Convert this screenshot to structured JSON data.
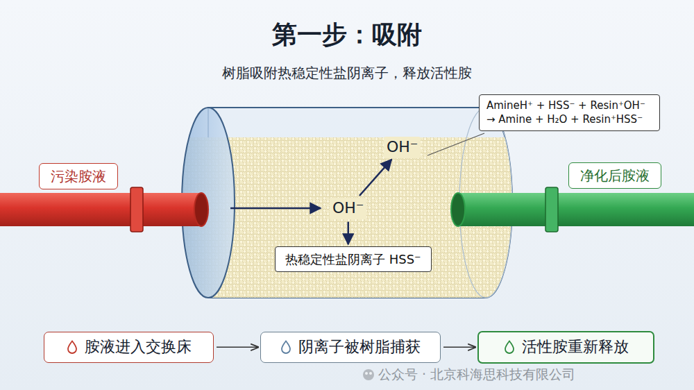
{
  "diagram": {
    "title": "第一步：吸附",
    "nodes": [
      {
        "text": [
          "AmineH⁺ + HSS⁻ + Resin⁺OH⁻ → Amine + H₂O + Resin⁺HSS⁻"
        ]
      },
      {
        "text": [
          "OH⁻"
        ]
      },
      {
        "text": [
          "污染胺液"
        ]
      },
      {
        "text": [
          "净化后胺液"
        ]
      },
      {
        "text": [
          "OH⁻"
        ]
      },
      {
        "text": [
          "热稳定性盐阴离子 HSS⁻"
        ]
      },
      {
        "text": [
          "胺液进入交换床"
        ]
      },
      {
        "text": [
          "阴离子被树脂捕获"
        ]
      },
      {
        "text": [
          "活性胺重新释放"
        ]
      }
    ],
    "edges": [
      {
        "from": 4,
        "to": 1,
        "arrow": "to"
      },
      {
        "from": 4,
        "to": 5,
        "arrow": "to"
      },
      {
        "from": 6,
        "to": 7,
        "arrow": "to"
      },
      {
        "from": 7,
        "to": 8,
        "arrow": "to"
      }
    ],
    "labels": [
      "树脂吸附热稳定性盐阴离子，释放活性胺",
      "公众号 · 北京科海思科技有限公司"
    ]
  }
}
